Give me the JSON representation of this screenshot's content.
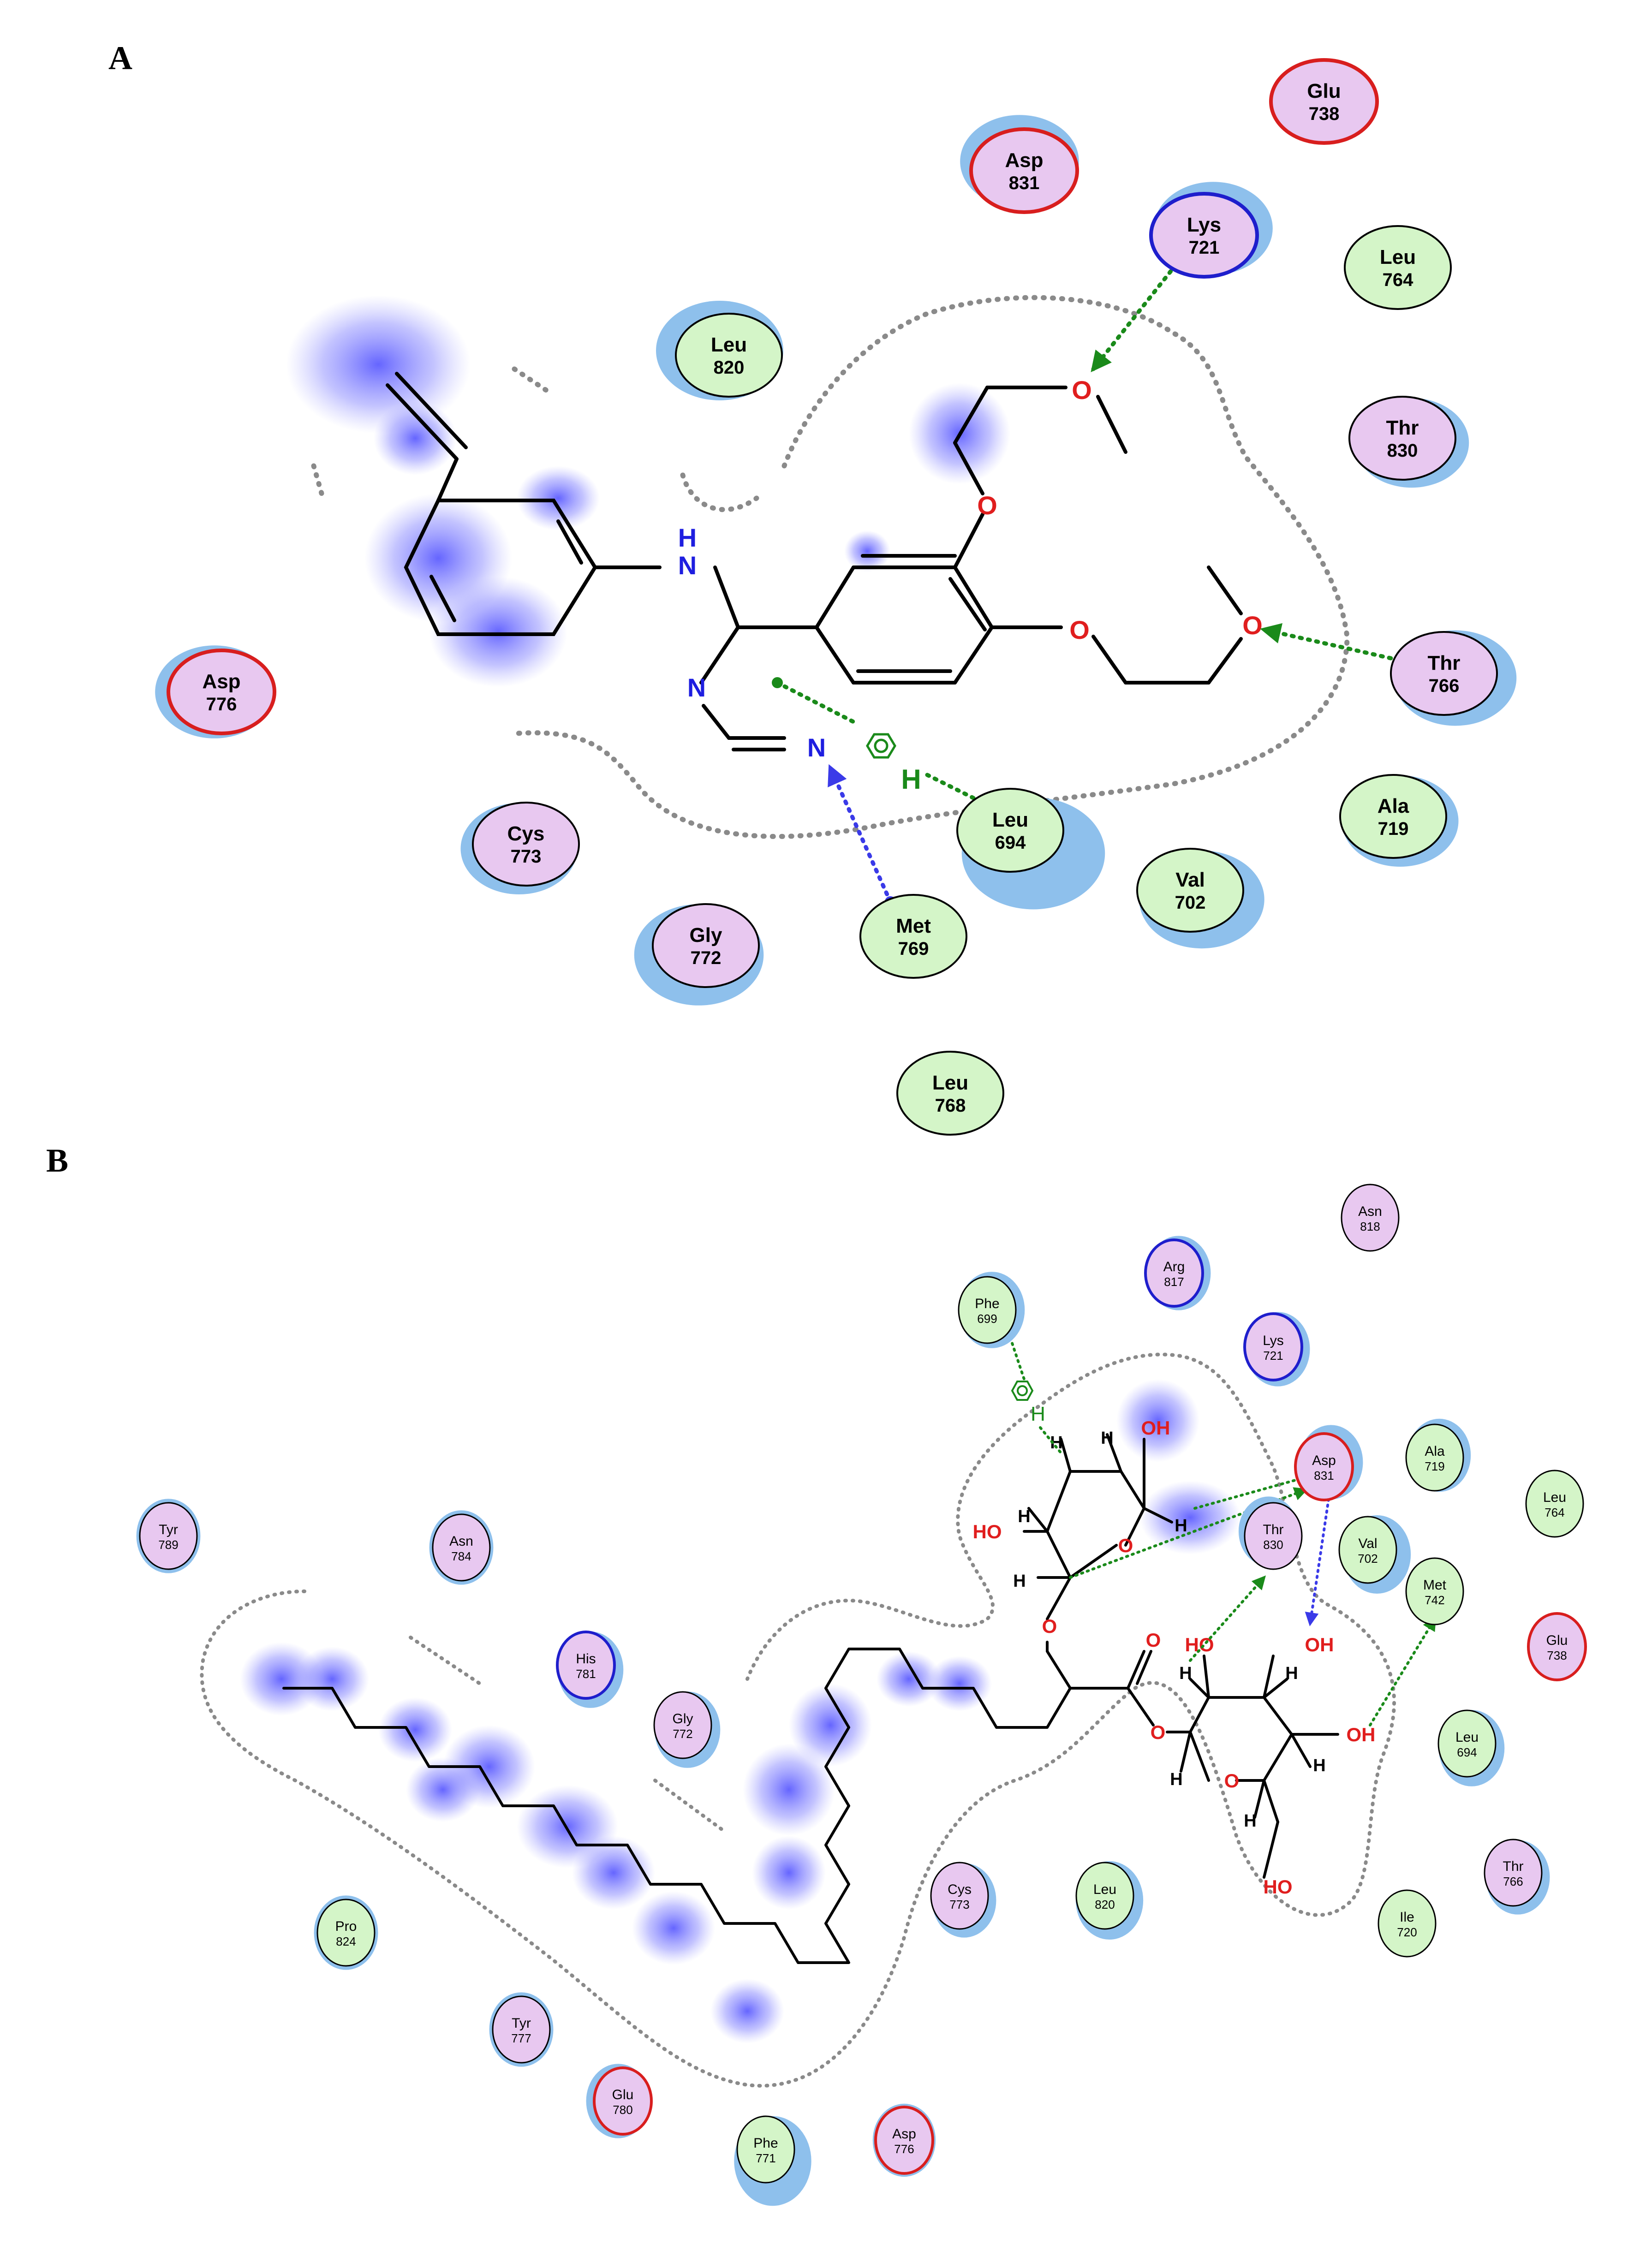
{
  "panels": {
    "a": {
      "label": "A"
    },
    "b": {
      "label": "B"
    }
  },
  "colors": {
    "polar_fill": "#e8c8f0",
    "hydrophobic_fill": "#d4f5c8",
    "acidic_ring": "#d81e1e",
    "basic_ring": "#1e1ecc",
    "exposure_halo": "#8ec0ec",
    "hbond_sidechain": "#1a8a1a",
    "hbond_backbone": "#3a3ae8",
    "pocket_outline": "#8a8a8a",
    "ligand_shadow": "#5a5aff"
  },
  "residues_a": [
    {
      "name": "Glu",
      "num": "738",
      "type": "acidic"
    },
    {
      "name": "Asp",
      "num": "831",
      "type": "acidic"
    },
    {
      "name": "Lys",
      "num": "721",
      "type": "basic"
    },
    {
      "name": "Leu",
      "num": "764",
      "type": "hydrophobic"
    },
    {
      "name": "Leu",
      "num": "820",
      "type": "hydrophobic"
    },
    {
      "name": "Thr",
      "num": "830",
      "type": "polar"
    },
    {
      "name": "Asp",
      "num": "776",
      "type": "acidic"
    },
    {
      "name": "Thr",
      "num": "766",
      "type": "polar"
    },
    {
      "name": "Ala",
      "num": "719",
      "type": "hydrophobic"
    },
    {
      "name": "Cys",
      "num": "773",
      "type": "polar"
    },
    {
      "name": "Leu",
      "num": "694",
      "type": "hydrophobic"
    },
    {
      "name": "Val",
      "num": "702",
      "type": "hydrophobic"
    },
    {
      "name": "Gly",
      "num": "772",
      "type": "polar"
    },
    {
      "name": "Met",
      "num": "769",
      "type": "hydrophobic"
    },
    {
      "name": "Leu",
      "num": "768",
      "type": "hydrophobic"
    }
  ],
  "residues_b": [
    {
      "name": "Asn",
      "num": "818",
      "type": "polar"
    },
    {
      "name": "Arg",
      "num": "817",
      "type": "basic"
    },
    {
      "name": "Phe",
      "num": "699",
      "type": "hydrophobic"
    },
    {
      "name": "Lys",
      "num": "721",
      "type": "basic"
    },
    {
      "name": "Asp",
      "num": "831",
      "type": "acidic"
    },
    {
      "name": "Ala",
      "num": "719",
      "type": "hydrophobic"
    },
    {
      "name": "Leu",
      "num": "764",
      "type": "hydrophobic"
    },
    {
      "name": "Thr",
      "num": "830",
      "type": "polar"
    },
    {
      "name": "Val",
      "num": "702",
      "type": "hydrophobic"
    },
    {
      "name": "Met",
      "num": "742",
      "type": "hydrophobic"
    },
    {
      "name": "Tyr",
      "num": "789",
      "type": "polar"
    },
    {
      "name": "Asn",
      "num": "784",
      "type": "polar"
    },
    {
      "name": "His",
      "num": "781",
      "type": "basic"
    },
    {
      "name": "Gly",
      "num": "772",
      "type": "polar"
    },
    {
      "name": "Glu",
      "num": "738",
      "type": "acidic"
    },
    {
      "name": "Leu",
      "num": "694",
      "type": "hydrophobic"
    },
    {
      "name": "Thr",
      "num": "766",
      "type": "polar"
    },
    {
      "name": "Cys",
      "num": "773",
      "type": "polar"
    },
    {
      "name": "Leu",
      "num": "820",
      "type": "hydrophobic"
    },
    {
      "name": "Ile",
      "num": "720",
      "type": "hydrophobic"
    },
    {
      "name": "Pro",
      "num": "824",
      "type": "hydrophobic"
    },
    {
      "name": "Tyr",
      "num": "777",
      "type": "polar"
    },
    {
      "name": "Glu",
      "num": "780",
      "type": "acidic"
    },
    {
      "name": "Phe",
      "num": "771",
      "type": "hydrophobic"
    },
    {
      "name": "Asp",
      "num": "776",
      "type": "acidic"
    }
  ],
  "atoms_a": [
    {
      "text": "H",
      "role": "amine-H"
    },
    {
      "text": "N",
      "role": "amine-N"
    },
    {
      "text": "N",
      "role": "ring-N1"
    },
    {
      "text": "N",
      "role": "ring-N3"
    },
    {
      "text": "O",
      "role": "ether-O1"
    },
    {
      "text": "O",
      "role": "ether-O2"
    },
    {
      "text": "O",
      "role": "methoxy-O1"
    },
    {
      "text": "O",
      "role": "methoxy-O2"
    },
    {
      "text": "H",
      "role": "pi-H"
    }
  ],
  "atoms_b": [
    {
      "text": "OH",
      "role": "sugar1-OH-top"
    },
    {
      "text": "HO",
      "role": "sugar1-OH-left"
    },
    {
      "text": "O",
      "role": "sugar1-ring-O"
    },
    {
      "text": "O",
      "role": "ester-O-link"
    },
    {
      "text": "O",
      "role": "carbonyl-O"
    },
    {
      "text": "O",
      "role": "glycosidic-O"
    },
    {
      "text": "HO",
      "role": "sugar2-OH-left"
    },
    {
      "text": "OH",
      "role": "sugar2-OH-top"
    },
    {
      "text": "OH",
      "role": "sugar2-OH-right"
    },
    {
      "text": "O",
      "role": "sugar2-ring-O"
    },
    {
      "text": "HO",
      "role": "sugar2-CH2OH"
    },
    {
      "text": "H",
      "role": "pi-H"
    }
  ],
  "stereo_h_b": [
    "H",
    "H",
    "H",
    "H",
    "H",
    "H",
    "H",
    "H",
    "H",
    "H"
  ]
}
